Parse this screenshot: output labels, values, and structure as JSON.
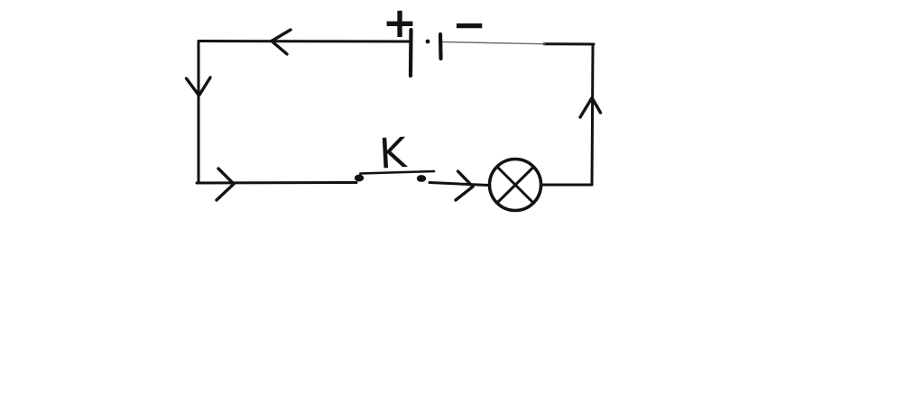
{
  "page": {
    "background_color": "#ffffff",
    "ink_color": "#121212",
    "description": "Hand-drawn series electric circuit diagram"
  },
  "circuit": {
    "battery": {
      "positive_label": "+",
      "negative_label": "−"
    },
    "switch": {
      "label": "K",
      "state": "closed"
    },
    "lamp": {
      "symbol": "circle-with-cross"
    },
    "current_arrows": [
      {
        "name": "current-arrow-top-wire",
        "direction": "left"
      },
      {
        "name": "current-arrow-left-wire",
        "direction": "down"
      },
      {
        "name": "current-arrow-bottom-wire",
        "direction": "right"
      },
      {
        "name": "current-arrow-before-lamp",
        "direction": "right"
      },
      {
        "name": "current-arrow-right-wire",
        "direction": "up"
      }
    ]
  }
}
